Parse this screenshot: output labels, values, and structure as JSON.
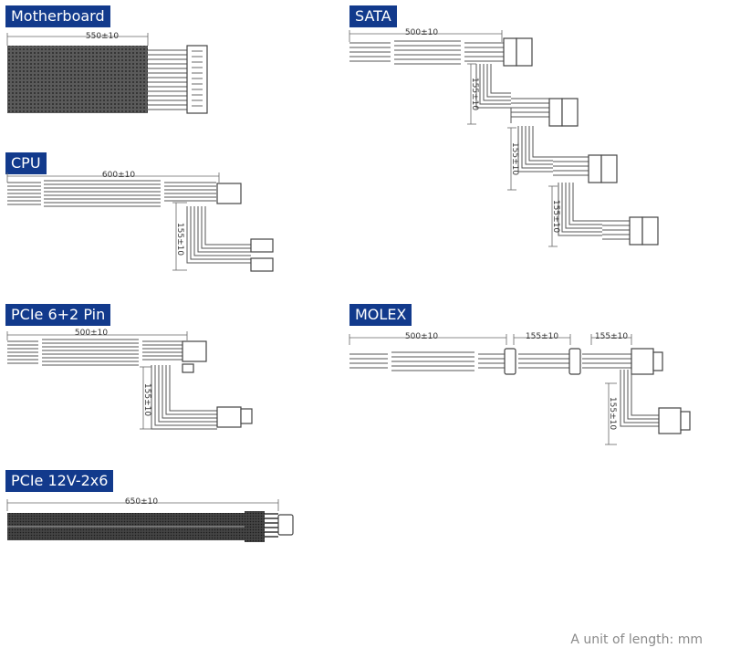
{
  "sections": {
    "motherboard": {
      "title": "Motherboard",
      "length": "550±10"
    },
    "cpu": {
      "title": "CPU",
      "length": "600±10",
      "branch": "155±10"
    },
    "pcie8": {
      "title": "PCIe 6+2 Pin",
      "length": "500±10",
      "branch": "155±10"
    },
    "pcie12": {
      "title": "PCIe 12V-2x6",
      "length": "650±10"
    },
    "sata": {
      "title": "SATA",
      "length": "500±10",
      "branch1": "155±10",
      "branch2": "155±10",
      "branch3": "155±10"
    },
    "molex": {
      "title": "MOLEX",
      "length": "500±10",
      "seg1": "155±10",
      "seg2": "155±10",
      "branch": "155±10"
    }
  },
  "footer": {
    "unit_note": "A unit of length: mm"
  },
  "colors": {
    "tag_bg": "#123a8c",
    "tag_text": "#ffffff",
    "wire": "#555555"
  }
}
